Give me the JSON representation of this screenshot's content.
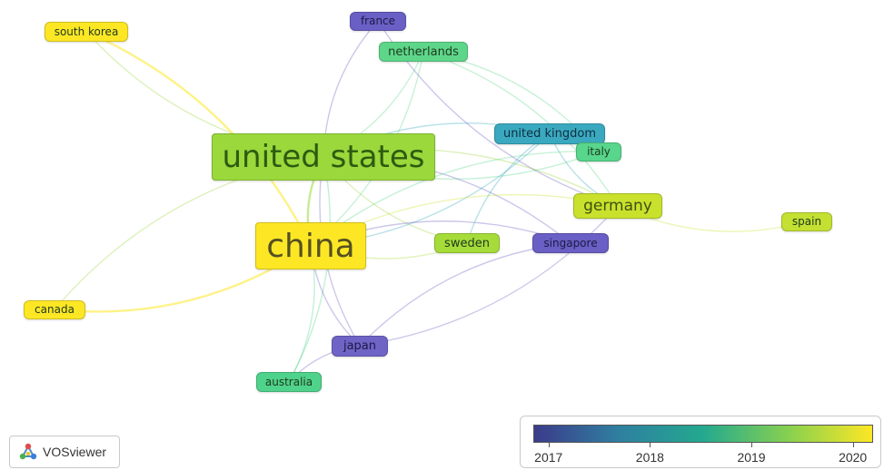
{
  "diagram": {
    "type": "network",
    "nodes": [
      {
        "id": "south-korea",
        "label": "south korea",
        "year": 2020.0,
        "color": "#fde725"
      },
      {
        "id": "france",
        "label": "france",
        "year": 2017.6,
        "color": "#6a5fc4"
      },
      {
        "id": "netherlands",
        "label": "netherlands",
        "year": 2018.6,
        "color": "#5ed68a"
      },
      {
        "id": "united-states",
        "label": "united states",
        "year": 2019.4,
        "color": "#9ad83c"
      },
      {
        "id": "united-kingdom",
        "label": "united kingdom",
        "year": 2018.3,
        "color": "#3aa9c0"
      },
      {
        "id": "italy",
        "label": "italy",
        "year": 2018.8,
        "color": "#58d68c"
      },
      {
        "id": "germany",
        "label": "germany",
        "year": 2019.6,
        "color": "#c9e12c"
      },
      {
        "id": "spain",
        "label": "spain",
        "year": 2019.6,
        "color": "#c4e033"
      },
      {
        "id": "china",
        "label": "china",
        "year": 2020.0,
        "color": "#fde725"
      },
      {
        "id": "sweden",
        "label": "sweden",
        "year": 2019.4,
        "color": "#a6dc3a"
      },
      {
        "id": "singapore",
        "label": "singapore",
        "year": 2017.6,
        "color": "#6a5fc4"
      },
      {
        "id": "canada",
        "label": "canada",
        "year": 2020.0,
        "color": "#fde725"
      },
      {
        "id": "japan",
        "label": "japan",
        "year": 2017.6,
        "color": "#6f64c6"
      },
      {
        "id": "australia",
        "label": "australia",
        "year": 2018.6,
        "color": "#4fd28b"
      }
    ],
    "links": [
      [
        "united-states",
        "china"
      ],
      [
        "united-states",
        "south-korea"
      ],
      [
        "china",
        "south-korea"
      ],
      [
        "china",
        "canada"
      ],
      [
        "united-states",
        "canada"
      ],
      [
        "united-states",
        "france"
      ],
      [
        "united-states",
        "netherlands"
      ],
      [
        "united-states",
        "united-kingdom"
      ],
      [
        "united-states",
        "italy"
      ],
      [
        "united-states",
        "germany"
      ],
      [
        "united-states",
        "sweden"
      ],
      [
        "united-states",
        "singapore"
      ],
      [
        "united-states",
        "japan"
      ],
      [
        "united-states",
        "australia"
      ],
      [
        "china",
        "united-kingdom"
      ],
      [
        "china",
        "germany"
      ],
      [
        "china",
        "sweden"
      ],
      [
        "china",
        "singapore"
      ],
      [
        "china",
        "japan"
      ],
      [
        "china",
        "australia"
      ],
      [
        "china",
        "netherlands"
      ],
      [
        "china",
        "italy"
      ],
      [
        "germany",
        "spain"
      ],
      [
        "germany",
        "united-kingdom"
      ],
      [
        "germany",
        "netherlands"
      ],
      [
        "netherlands",
        "italy"
      ],
      [
        "france",
        "germany"
      ],
      [
        "united-kingdom",
        "italy"
      ],
      [
        "singapore",
        "japan"
      ],
      [
        "germany",
        "japan"
      ],
      [
        "japan",
        "australia"
      ],
      [
        "sweden",
        "united-kingdom"
      ]
    ]
  },
  "legend": {
    "ticks": [
      "2017",
      "2018",
      "2019",
      "2020"
    ],
    "range": [
      2016.85,
      2020.2
    ],
    "gradient": [
      "#3b3b8a",
      "#2f7fa0",
      "#23a98f",
      "#86d050",
      "#fde725"
    ]
  },
  "branding": {
    "name": "VOSviewer"
  }
}
